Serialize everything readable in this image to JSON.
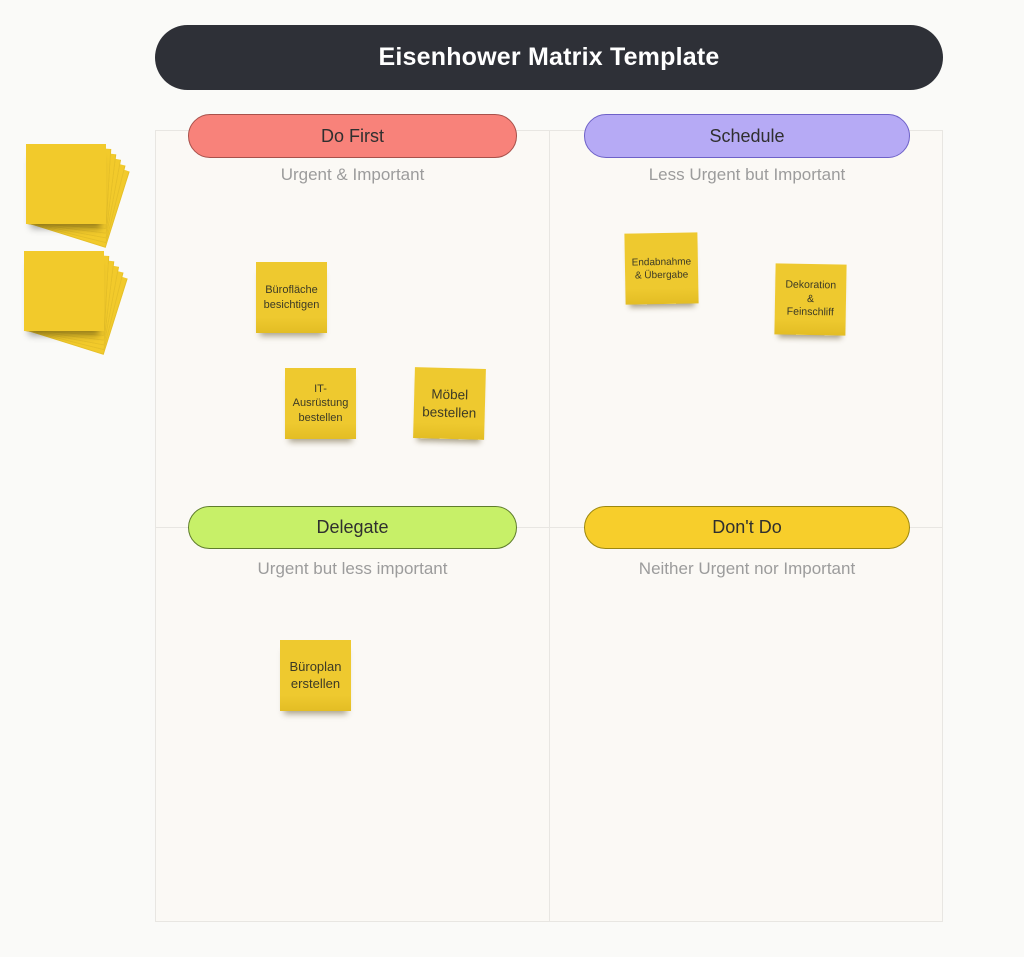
{
  "board": {
    "title": "Eisenhower Matrix Template"
  },
  "palette": {
    "board_bg": "#fafaf8",
    "title_bg": "#2e3037",
    "title_text": "#ffffff",
    "matrix_bg": "#fbf9f5",
    "matrix_border": "#e8e6e2",
    "subtitle_text": "#9c9c9c",
    "pill_text": "#2f2f2f",
    "sticky_fill": "#eec92f",
    "sticky_text": "#3c3a26",
    "sticky_stack_fill": "#f2ca2b"
  },
  "quadrants": [
    {
      "id": "do-first",
      "label": "Do First",
      "subtitle": "Urgent & Important",
      "fill": "#f8827a",
      "border": "#a8514b"
    },
    {
      "id": "schedule",
      "label": "Schedule",
      "subtitle": "Less Urgent but Important",
      "fill": "#b6aaf5",
      "border": "#6e61c8"
    },
    {
      "id": "delegate",
      "label": "Delegate",
      "subtitle": "Urgent but less important",
      "fill": "#c7f068",
      "border": "#5f7d2c"
    },
    {
      "id": "dont-do",
      "label": "Don't Do",
      "subtitle": "Neither Urgent nor Important",
      "fill": "#f7ce2b",
      "border": "#9c880f"
    }
  ],
  "sticky_notes": [
    {
      "quadrant": "do-first",
      "text": "Bürofläche\nbesichtigen"
    },
    {
      "quadrant": "do-first",
      "text": "IT-\nAusrüstung\nbestellen"
    },
    {
      "quadrant": "do-first",
      "text": "Möbel\nbestellen"
    },
    {
      "quadrant": "schedule",
      "text": "Endabnahme\n& Übergabe"
    },
    {
      "quadrant": "schedule",
      "text": "Dekoration\n&\nFeinschliff"
    },
    {
      "quadrant": "delegate",
      "text": "Büroplan\nerstellen"
    }
  ],
  "sticky_stacks": [
    {
      "name": "sticky-pad-1",
      "sheets": 6
    },
    {
      "name": "sticky-pad-2",
      "sheets": 6
    }
  ]
}
